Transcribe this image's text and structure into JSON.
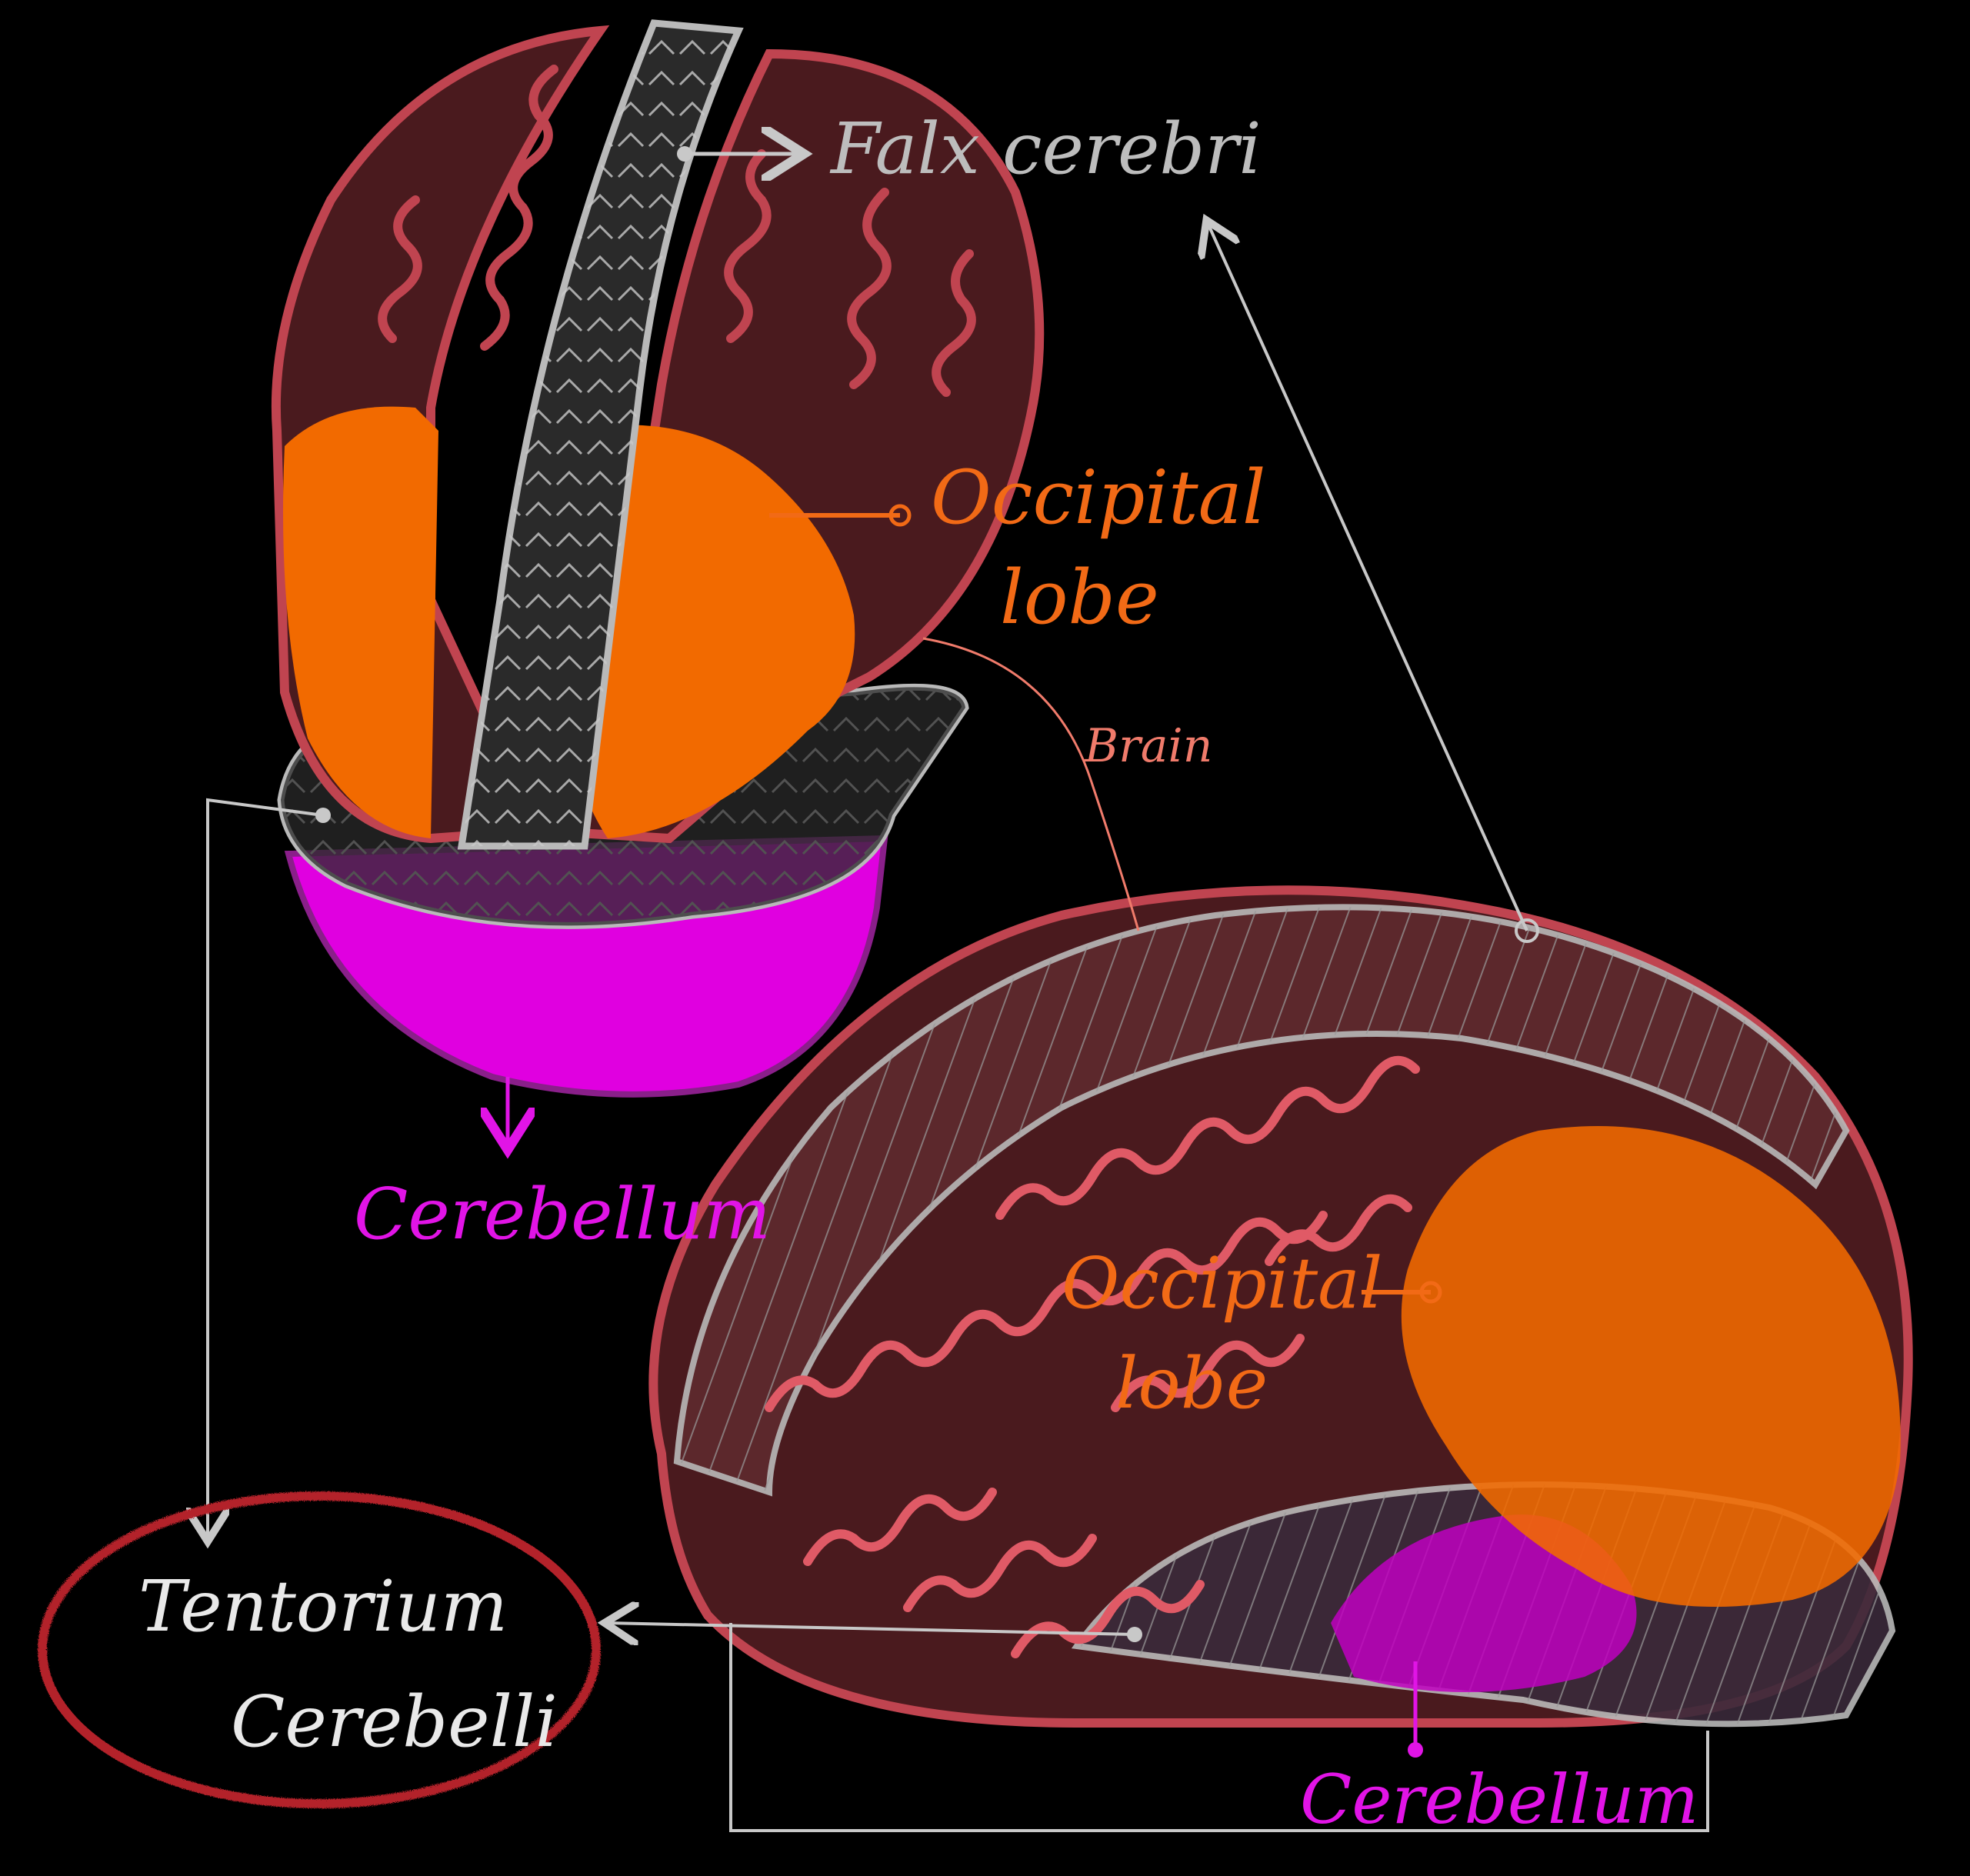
{
  "labels": {
    "falx": "Falx cerebri",
    "occipital_top_line1": "Occipital",
    "occipital_top_line2": "lobe",
    "brain": "Brain",
    "cerebellum_top": "Cerebellum",
    "occipital_side_line1": "Occipital",
    "occipital_side_line2": "lobe",
    "cerebellum_side": "Cerebellum",
    "tentorium_line1": "Tentorium",
    "tentorium_line2": "Cerebelli"
  },
  "colors": {
    "background": "#000000",
    "brain": "#4a1a1e",
    "brain_outline": "#c04450",
    "gyri": "#e05a66",
    "dura": "#2a2a2a",
    "dura_outline": "#b9b9b9",
    "occipital": "#f26a00",
    "cerebellum": "#e000e0",
    "leader_grey": "#c8c8c8",
    "leader_orange": "#f26a16",
    "leader_pink": "#f07b6b",
    "tentorium_ring": "#b3202c"
  }
}
